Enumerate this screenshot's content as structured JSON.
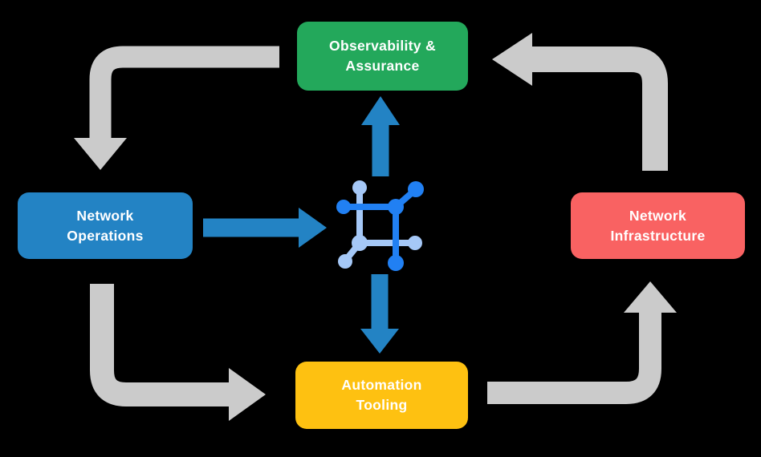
{
  "diagram_title": "Network automation cycle diagram",
  "nodes": {
    "observability": {
      "line1": "Observability &",
      "line2": "Assurance",
      "color": "#23A85B"
    },
    "operations": {
      "line1": "Network",
      "line2": "Operations",
      "color": "#2383C4"
    },
    "infrastructure": {
      "line1": "Network",
      "line2": "Infrastructure",
      "color": "#F96262"
    },
    "automation": {
      "line1": "Automation",
      "line2": "Tooling",
      "color": "#FEC111"
    }
  },
  "colors": {
    "background": "#000000",
    "text": "#FFFFFF",
    "arrow_gray": "#CBCBCB",
    "arrow_blue": "#2383C4",
    "icon_dark_blue": "#2180F3",
    "icon_light_blue": "#A5C8F7"
  },
  "center_icon": {
    "name": "network-mesh-icon"
  },
  "edges": {
    "observability_to_operations": {
      "style": "elbow",
      "color": "gray"
    },
    "operations_to_automation": {
      "style": "elbow",
      "color": "gray"
    },
    "automation_to_infrastructure": {
      "style": "elbow",
      "color": "gray"
    },
    "infrastructure_to_observability": {
      "style": "elbow",
      "color": "gray"
    },
    "operations_to_center": {
      "style": "straight",
      "color": "blue"
    },
    "center_to_observability": {
      "style": "straight",
      "color": "blue"
    },
    "center_to_automation": {
      "style": "straight",
      "color": "blue"
    }
  }
}
